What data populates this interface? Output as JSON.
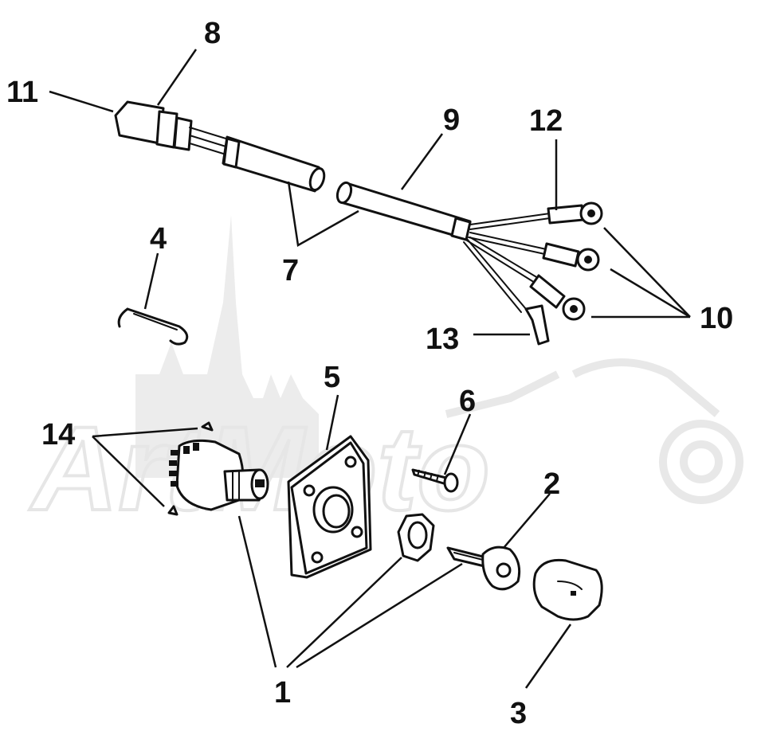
{
  "watermark": {
    "text": "ArtMoto"
  },
  "callouts": {
    "c1": "1",
    "c2": "2",
    "c3": "3",
    "c4": "4",
    "c5": "5",
    "c6": "6",
    "c7": "7",
    "c8": "8",
    "c9": "9",
    "c10": "10",
    "c11": "11",
    "c12": "12",
    "c13": "13",
    "c14": "14"
  }
}
